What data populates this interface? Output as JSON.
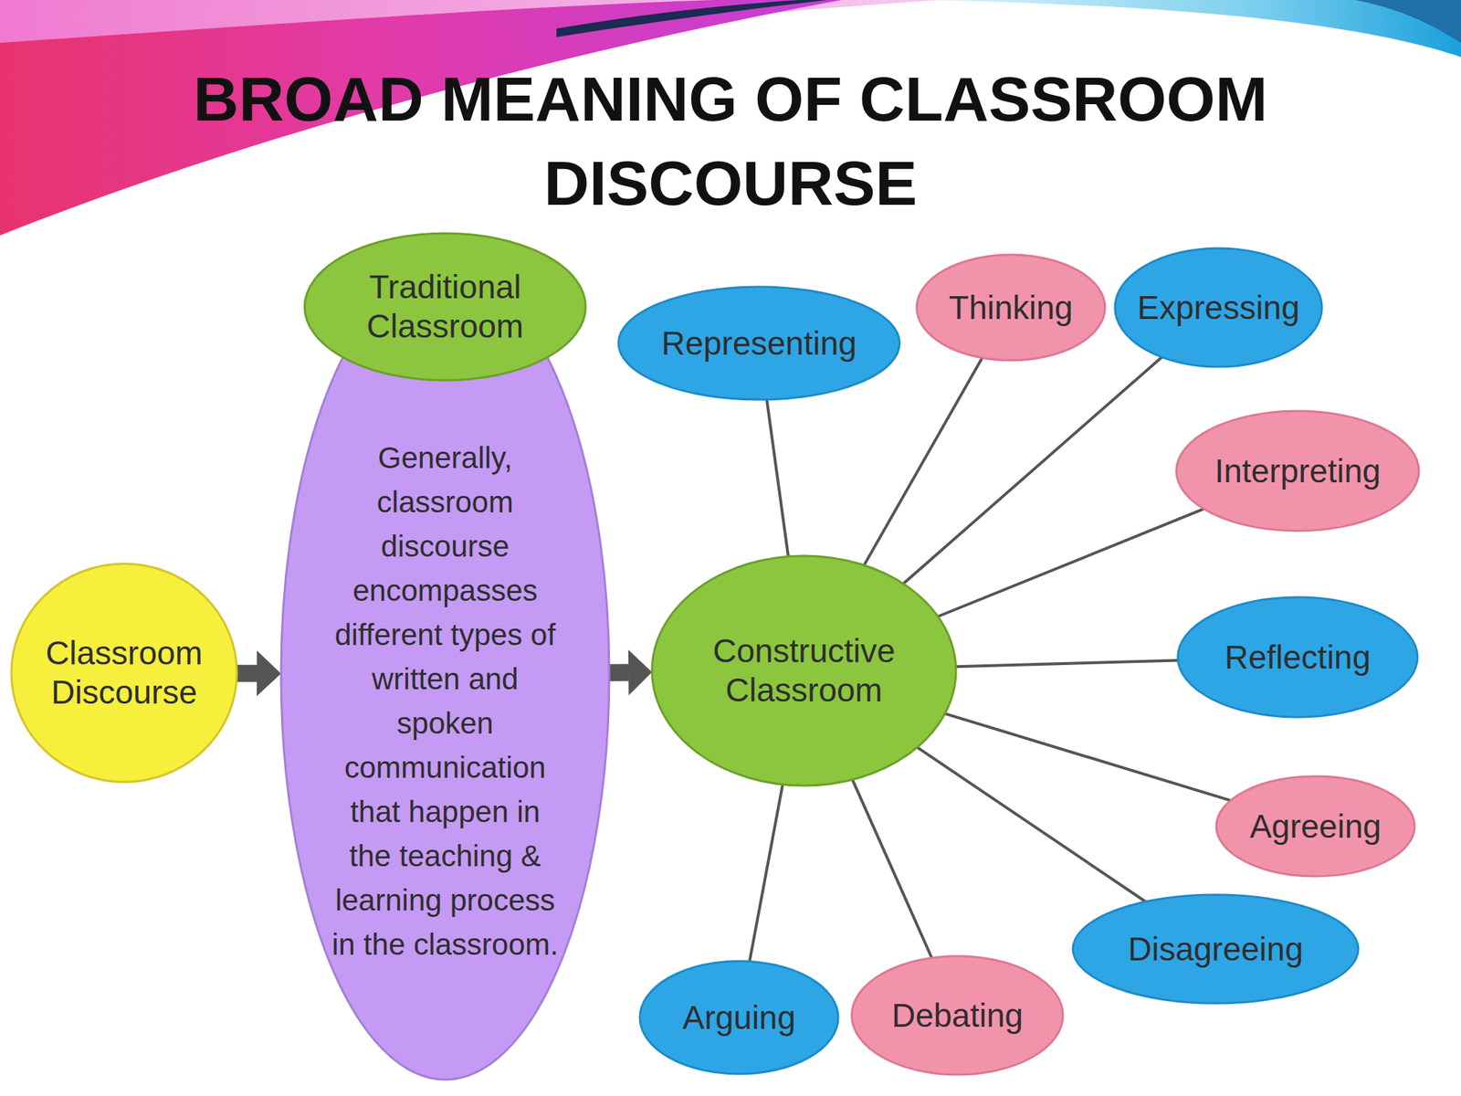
{
  "diagram": {
    "title": "BROAD MEANING OF CLASSROOM DISCOURSE",
    "nodes": [
      {
        "text": [
          "Classroom Discourse"
        ]
      },
      {
        "text": [
          "Traditional Classroom"
        ]
      },
      {
        "text": [
          "Generally, classroom discourse encompasses different types of written and spoken communication that happen in the teaching & learning process in the classroom."
        ]
      },
      {
        "text": [
          "Constructive Classroom"
        ]
      },
      {
        "text": [
          "Representing"
        ]
      },
      {
        "text": [
          "Thinking"
        ]
      },
      {
        "text": [
          "Expressing"
        ]
      },
      {
        "text": [
          "Interpreting"
        ]
      },
      {
        "text": [
          "Reflecting"
        ]
      },
      {
        "text": [
          "Agreeing"
        ]
      },
      {
        "text": [
          "Disagreeing"
        ]
      },
      {
        "text": [
          "Debating"
        ]
      },
      {
        "text": [
          "Arguing"
        ]
      }
    ],
    "edges": [
      {
        "from": 0,
        "to": 2,
        "arrow": "to"
      },
      {
        "from": 2,
        "to": 3,
        "arrow": "to"
      },
      {
        "from": 3,
        "to": 4,
        "arrow": "none"
      },
      {
        "from": 3,
        "to": 5,
        "arrow": "none"
      },
      {
        "from": 3,
        "to": 6,
        "arrow": "none"
      },
      {
        "from": 3,
        "to": 7,
        "arrow": "none"
      },
      {
        "from": 3,
        "to": 8,
        "arrow": "none"
      },
      {
        "from": 3,
        "to": 9,
        "arrow": "none"
      },
      {
        "from": 3,
        "to": 10,
        "arrow": "none"
      },
      {
        "from": 3,
        "to": 11,
        "arrow": "none"
      },
      {
        "from": 3,
        "to": 12,
        "arrow": "none"
      }
    ]
  }
}
